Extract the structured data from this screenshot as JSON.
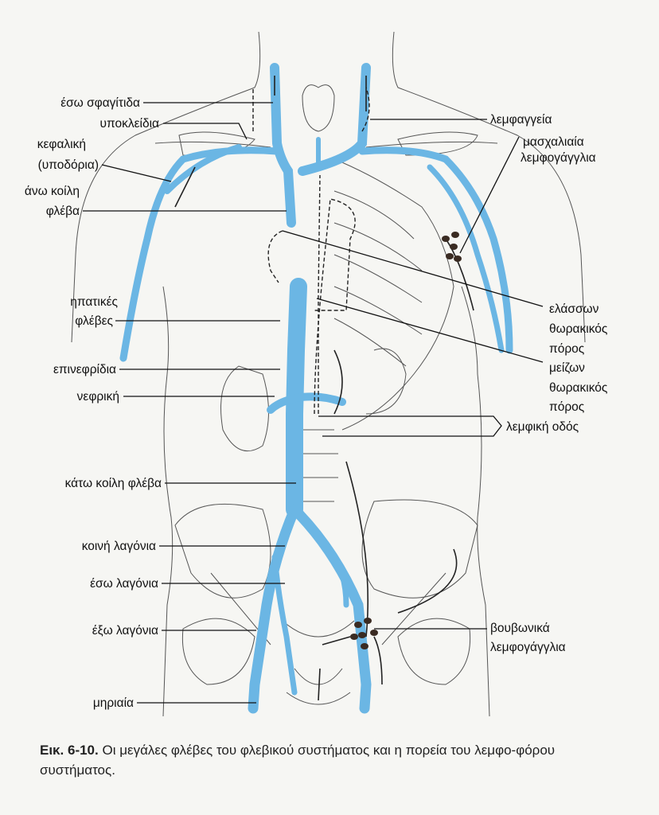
{
  "labels_left": {
    "internal_jugular": "έσω σφαγίτιδα",
    "subclavian": "υποκλείδια",
    "cephalic_1": "κεφαλική",
    "cephalic_2": "(υποδόρια)",
    "svc_1": "άνω κοίλη",
    "svc_2": "φλέβα",
    "hepatic_1": "ηπατικές",
    "hepatic_2": "φλέβες",
    "adrenal": "επινεφρίδια",
    "renal": "νεφρική",
    "ivc": "κάτω κοίλη φλέβα",
    "common_iliac": "κοινή λαγόνια",
    "internal_iliac": "έσω λαγόνια",
    "external_iliac": "έξω λαγόνια",
    "femoral": "μηριαία"
  },
  "labels_right": {
    "lymphatics": "λεμφαγγεία",
    "axillary_1": "μασχαλιαία",
    "axillary_2": "λεμφογάγγλια",
    "right_duct_1": "ελάσσων",
    "right_duct_2": "θωρακικός",
    "right_duct_3": "πόρος",
    "thoracic_duct_1": "μείζων",
    "thoracic_duct_2": "θωρακικός",
    "thoracic_duct_3": "πόρος",
    "lymph_path": "λεμφική οδός",
    "inguinal_1": "βουβωνικά",
    "inguinal_2": "λεμφογάγγλια"
  },
  "caption": {
    "number": "Εικ. 6-10.",
    "text": "Οι μεγάλες φλέβες του φλεβικού συστήματος και η πορεία του λεμφο-φόρου συστήματος."
  },
  "colors": {
    "vein": "#6bb6e4",
    "background": "#f6f6f3"
  }
}
